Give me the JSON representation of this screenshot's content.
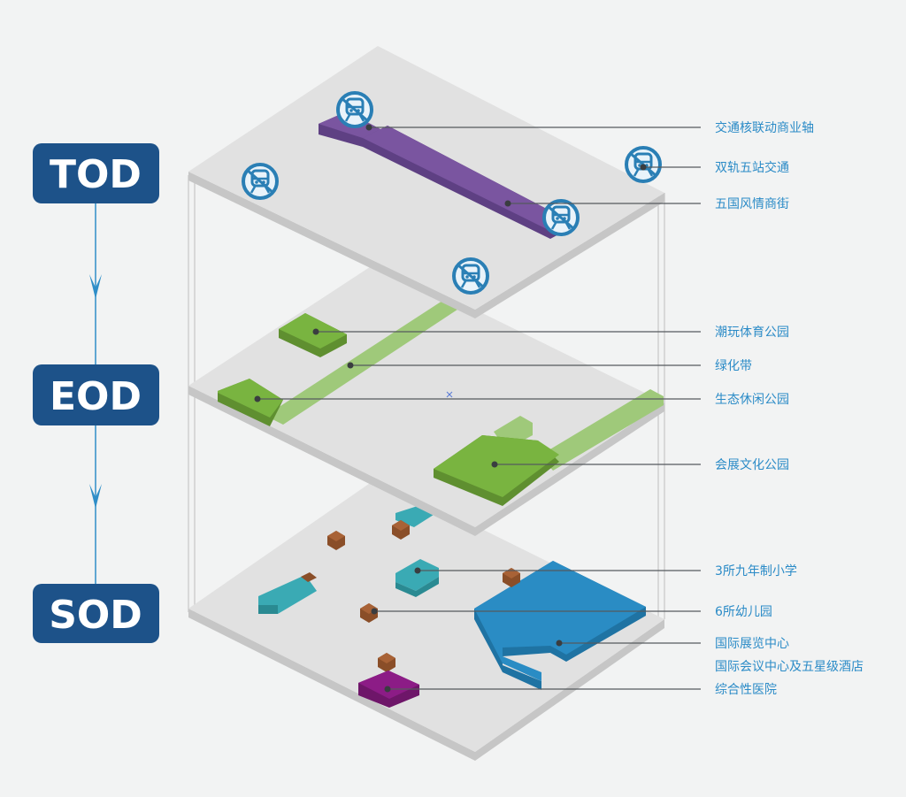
{
  "modes": [
    {
      "id": "tod",
      "label": "TOD"
    },
    {
      "id": "eod",
      "label": "EOD"
    },
    {
      "id": "sod",
      "label": "SOD"
    }
  ],
  "callouts": [
    {
      "id": "commercial-axis",
      "label": "交通核联动商业轴"
    },
    {
      "id": "dual-rail",
      "label": "双轨五站交通"
    },
    {
      "id": "five-nations-street",
      "label": "五国风情商街"
    },
    {
      "id": "trendy-sports-park",
      "label": "潮玩体育公园"
    },
    {
      "id": "green-belt",
      "label": "绿化带"
    },
    {
      "id": "eco-leisure-park",
      "label": "生态休闲公园"
    },
    {
      "id": "expo-culture-park",
      "label": "会展文化公园"
    },
    {
      "id": "primary-schools",
      "label": "3所九年制小学"
    },
    {
      "id": "kindergartens",
      "label": "6所幼儿园"
    },
    {
      "id": "expo-center",
      "label": "国际展览中心"
    },
    {
      "id": "conference-hotel",
      "label": "国际会议中心及五星级酒店"
    },
    {
      "id": "hospital",
      "label": "综合性医院"
    }
  ],
  "colors": {
    "mode_box": "#1d5289",
    "arrow": "#2f8ec8",
    "platform_top": "#e1e1e1",
    "platform_edge": "#c2c2c2",
    "purple": "#7a55a0",
    "green": "#79b440",
    "green_light": "#9fc97a",
    "blue": "#2a8cc4",
    "teal": "#3aaab4",
    "brown": "#8a4e28",
    "magenta": "#8c1c86",
    "text": "#2b8bc7"
  },
  "icons": [
    "metro-station-icon"
  ]
}
